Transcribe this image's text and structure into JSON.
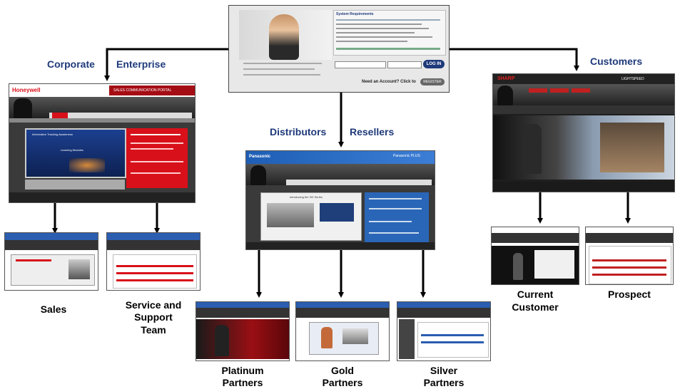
{
  "groups": {
    "corporate": "Corporate",
    "enterprise": "Enterprise",
    "distributors": "Distributors",
    "resellers": "Resellers",
    "customers": "Customers"
  },
  "leaves": {
    "sales": "Sales",
    "service_l1": "Service and",
    "service_l2": "Support",
    "service_l3": "Team",
    "platinum_l1": "Platinum",
    "platinum_l2": "Partners",
    "gold_l1": "Gold",
    "gold_l2": "Partners",
    "silver_l1": "Silver",
    "silver_l2": "Partners",
    "current_l1": "Current",
    "current_l2": "Customer",
    "prospect": "Prospect"
  },
  "login": {
    "sysreq": "System Requirements",
    "login_btn": "LOG IN",
    "need_account": "Need an Account? Click to",
    "register": "REGISTER"
  },
  "thumbs": {
    "honeywell_brand": "Honeywell",
    "honeywell_title": "SALES COMMUNICATION PORTAL",
    "honeywell_panel_l1": "Information   Tracking   Awareness",
    "honeywell_panel_l2": "Learning Modules",
    "panasonic_brand": "Panasonic",
    "panasonic_title": "Panasonic PLUS",
    "panasonic_intro": "Introducing the HD Series",
    "sharp_brand": "SHARP",
    "sharp_title": "LIGHTSPEED"
  },
  "colors": {
    "label_blue": "#1f3a7a",
    "honeywell_red": "#d8101a",
    "panasonic_blue": "#1e5fb5",
    "dark_chrome": "#2b2b2b"
  }
}
